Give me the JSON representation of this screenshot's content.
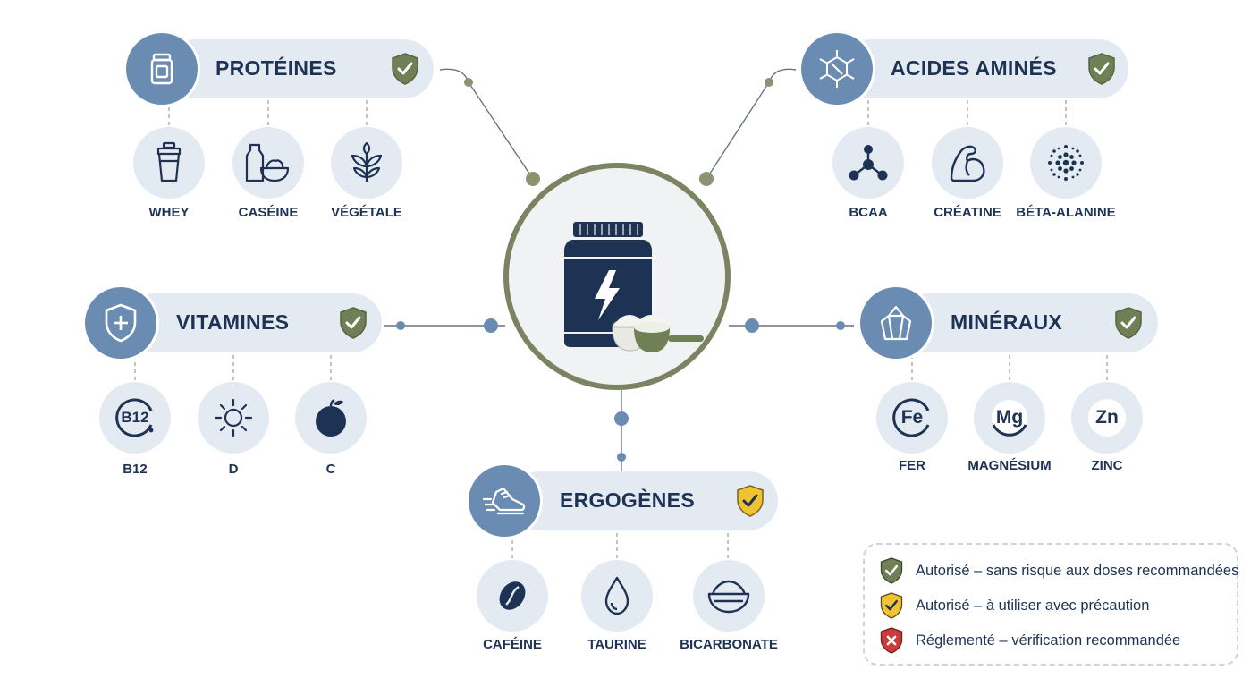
{
  "categories": {
    "proteines": {
      "title": "PROTÉINES",
      "status": "authorized-safe",
      "items": [
        {
          "label": "WHEY",
          "icon": "shaker-icon"
        },
        {
          "label": "CASÉINE",
          "icon": "milk-bottle-bowl-icon"
        },
        {
          "label": "VÉGÉTALE",
          "icon": "plant-leaves-icon"
        }
      ]
    },
    "acides_amines": {
      "title": "ACIDES AMINÉS",
      "status": "authorized-safe",
      "items": [
        {
          "label": "BCAA",
          "icon": "molecule-icon"
        },
        {
          "label": "CRÉATINE",
          "icon": "flexed-arm-icon"
        },
        {
          "label": "BÉTA-ALANINE",
          "icon": "dot-cluster-icon"
        }
      ]
    },
    "vitamines": {
      "title": "VITAMINES",
      "status": "authorized-safe",
      "items": [
        {
          "label": "B12",
          "icon_text": "B12"
        },
        {
          "label": "D",
          "icon": "sun-icon"
        },
        {
          "label": "C",
          "icon": "orange-fruit-icon"
        }
      ]
    },
    "mineraux": {
      "title": "MINÉRAUX",
      "status": "authorized-safe",
      "items": [
        {
          "label": "FER",
          "icon_text": "Fe"
        },
        {
          "label": "MAGNÉSIUM",
          "icon_text": "Mg"
        },
        {
          "label": "ZINC",
          "icon_text": "Zn"
        }
      ]
    },
    "ergogenes": {
      "title": "ERGOGÈNES",
      "status": "authorized-caution",
      "items": [
        {
          "label": "CAFÉINE",
          "icon": "coffee-bean-icon"
        },
        {
          "label": "TAURINE",
          "icon": "water-drop-icon"
        },
        {
          "label": "BICARBONATE",
          "icon": "powder-bowl-icon"
        }
      ]
    }
  },
  "legend": {
    "safe": "Autorisé – sans risque aux doses recommandées",
    "caution": "Autorisé – à utiliser avec précaution",
    "regulated": "Réglementé – vérification recommandée"
  },
  "colors": {
    "navy": "#1e3354",
    "steel_blue": "#6a8cb2",
    "pill_bg": "#e4eaf2",
    "safe_green": "#6f7f56",
    "caution_yellow": "#f1c232",
    "regulated_red": "#cc3b3b",
    "hub_ring": "#7b8462"
  }
}
